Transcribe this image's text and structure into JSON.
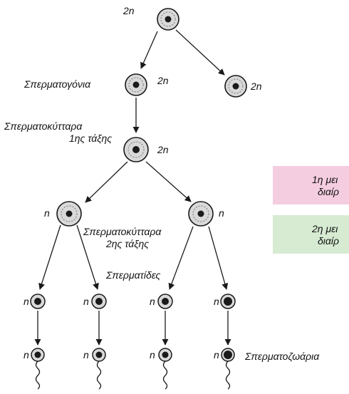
{
  "labels": {
    "ploidy_2n": "2n",
    "ploidy_n": "n",
    "spermatogonia": "Σπερματογόνια",
    "primary_line1": "Σπερματοκύτταρα",
    "primary_line2": "1ης τάξης",
    "secondary_line1": "Σπερματοκύτταρα",
    "secondary_line2": "2ης τάξης",
    "spermatids": "Σπερματίδες",
    "spermatozoa": "Σπερματοζωάρια"
  },
  "legend": {
    "meiosis1_line1": "1η μει",
    "meiosis1_line2": "διαίρ",
    "meiosis2_line1": "2η μει",
    "meiosis2_line2": "διαίρ"
  },
  "colors": {
    "meiosis1_box": "#f5cde0",
    "meiosis2_box": "#d6ebd2",
    "cell_fill": "#d9d9d9",
    "nucleus": "#1a1a1a",
    "line": "#1a1a1a"
  }
}
